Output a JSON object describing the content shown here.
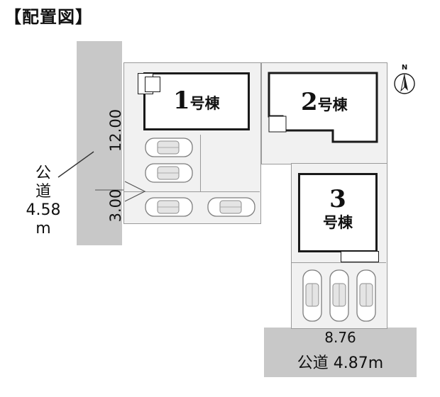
{
  "title": "【配置図】",
  "buildings": [
    {
      "number": "1",
      "suffix": "号棟"
    },
    {
      "number": "2",
      "suffix": "号棟"
    },
    {
      "number": "3",
      "suffix": "号棟"
    }
  ],
  "roads": {
    "left": {
      "line1": "公",
      "line2": "道",
      "width": "4.58",
      "unit": "m"
    },
    "bottom": {
      "name": "公道",
      "width": "4.87m"
    }
  },
  "dimensions": {
    "frontage_top": "12.00",
    "frontage_bottom": "3.00",
    "bottom_frontage": "8.76"
  },
  "compass": {
    "label": "N"
  }
}
